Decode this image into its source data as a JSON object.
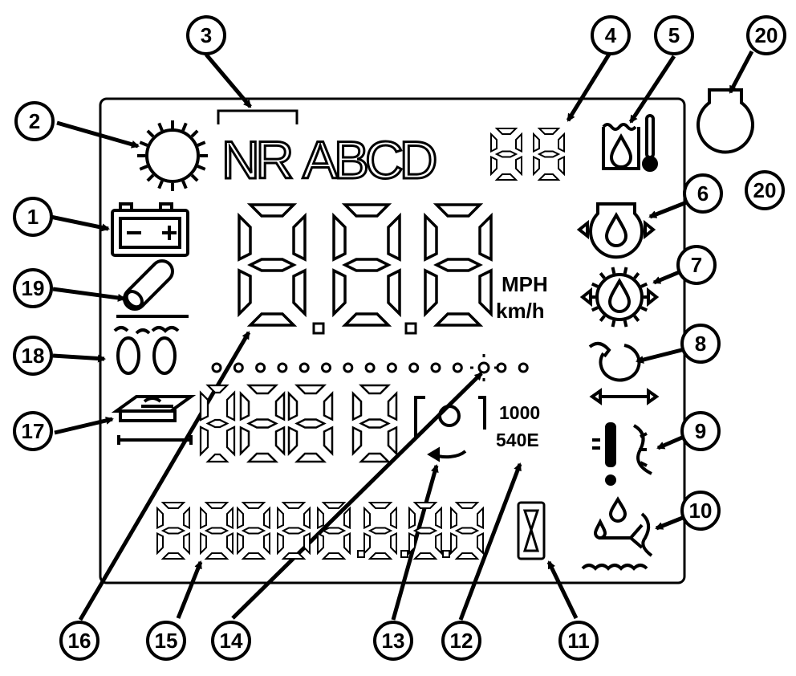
{
  "display": {
    "letters_nr": "NR",
    "letters_abcd": "ABCD",
    "speed_units": {
      "mph": "MPH",
      "kmh": "km/h"
    },
    "pto_speeds": {
      "rpm_1000": "1000",
      "rpm_540e": "540E"
    }
  },
  "callouts": [
    {
      "id": "1",
      "label": "1"
    },
    {
      "id": "2",
      "label": "2"
    },
    {
      "id": "3",
      "label": "3"
    },
    {
      "id": "4",
      "label": "4"
    },
    {
      "id": "5",
      "label": "5"
    },
    {
      "id": "6",
      "label": "6"
    },
    {
      "id": "7",
      "label": "7"
    },
    {
      "id": "8",
      "label": "8"
    },
    {
      "id": "9",
      "label": "9"
    },
    {
      "id": "10",
      "label": "10"
    },
    {
      "id": "11",
      "label": "11"
    },
    {
      "id": "12",
      "label": "12"
    },
    {
      "id": "13",
      "label": "13"
    },
    {
      "id": "14",
      "label": "14"
    },
    {
      "id": "15",
      "label": "15"
    },
    {
      "id": "16",
      "label": "16"
    },
    {
      "id": "17",
      "label": "17"
    },
    {
      "id": "18",
      "label": "18"
    },
    {
      "id": "19",
      "label": "19"
    },
    {
      "id": "20a",
      "label": "20"
    },
    {
      "id": "20b",
      "label": "20"
    }
  ],
  "colors": {
    "ink": "#000000",
    "paper": "#ffffff"
  }
}
